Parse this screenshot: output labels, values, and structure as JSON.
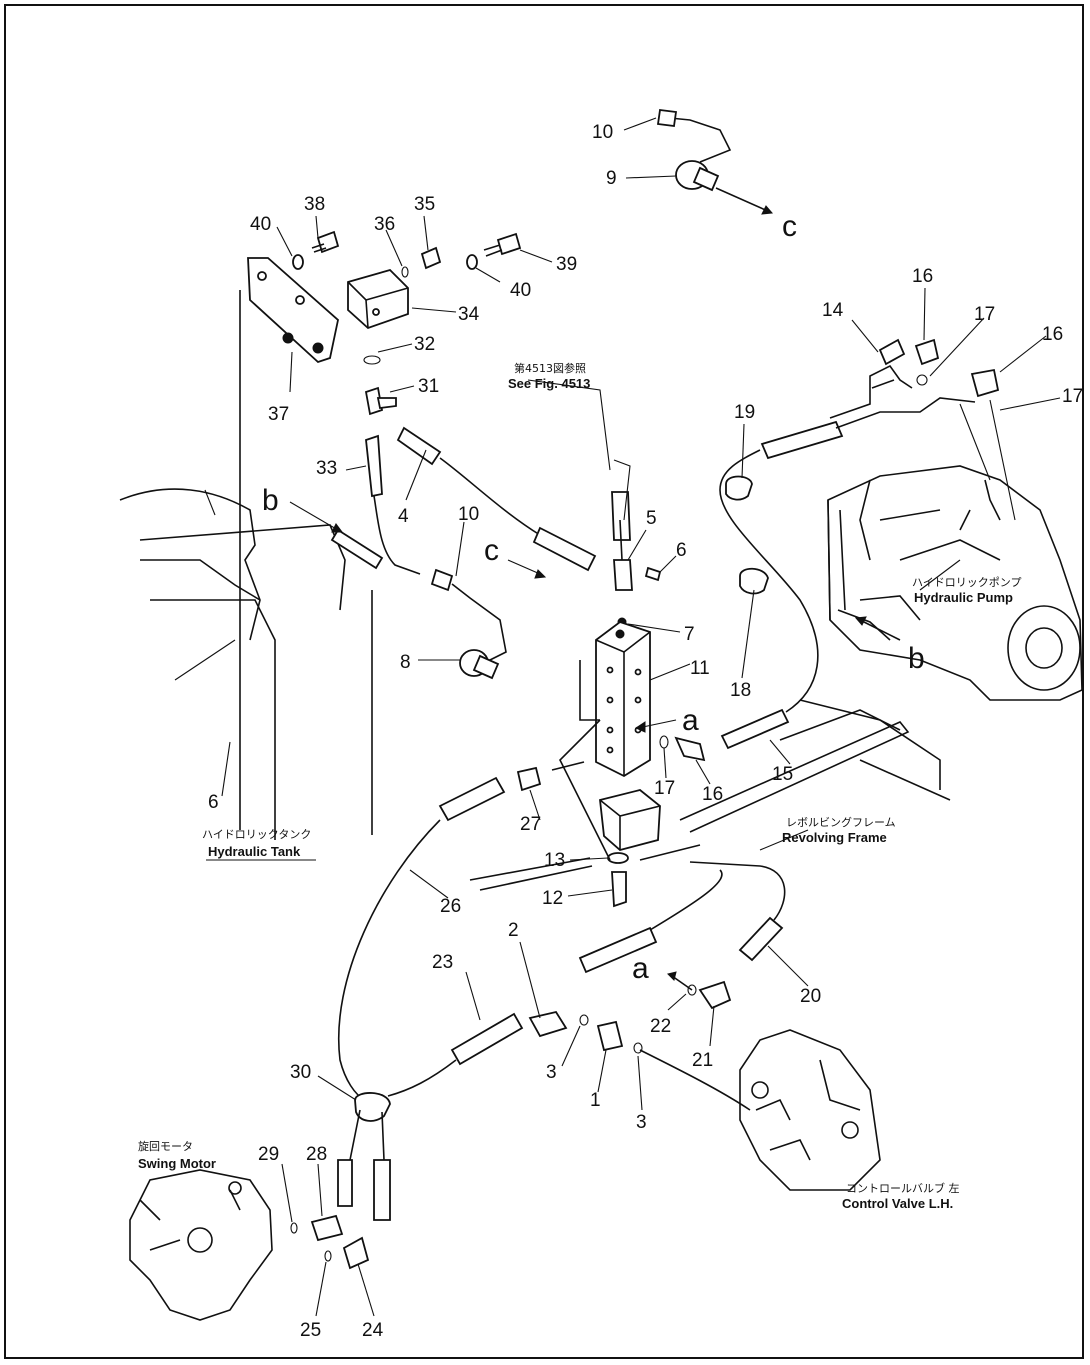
{
  "callouts": [
    {
      "id": "10a",
      "text": "10"
    },
    {
      "id": "9",
      "text": "9"
    },
    {
      "id": "ca",
      "text": "c"
    },
    {
      "id": "40a",
      "text": "40"
    },
    {
      "id": "38",
      "text": "38"
    },
    {
      "id": "36",
      "text": "36"
    },
    {
      "id": "35",
      "text": "35"
    },
    {
      "id": "39",
      "text": "39"
    },
    {
      "id": "40b",
      "text": "40"
    },
    {
      "id": "34",
      "text": "34"
    },
    {
      "id": "32",
      "text": "32"
    },
    {
      "id": "37",
      "text": "37"
    },
    {
      "id": "31",
      "text": "31"
    },
    {
      "id": "33",
      "text": "33"
    },
    {
      "id": "4",
      "text": "4"
    },
    {
      "id": "ba",
      "text": "b"
    },
    {
      "id": "10b",
      "text": "10"
    },
    {
      "id": "cb",
      "text": "c"
    },
    {
      "id": "5",
      "text": "5"
    },
    {
      "id": "6a",
      "text": "6"
    },
    {
      "id": "7",
      "text": "7"
    },
    {
      "id": "8",
      "text": "8"
    },
    {
      "id": "11",
      "text": "11"
    },
    {
      "id": "aa",
      "text": "a"
    },
    {
      "id": "6b",
      "text": "6"
    },
    {
      "id": "17a",
      "text": "17"
    },
    {
      "id": "16a",
      "text": "16"
    },
    {
      "id": "27",
      "text": "27"
    },
    {
      "id": "13",
      "text": "13"
    },
    {
      "id": "12",
      "text": "12"
    },
    {
      "id": "26",
      "text": "26"
    },
    {
      "id": "14",
      "text": "14"
    },
    {
      "id": "16b",
      "text": "16"
    },
    {
      "id": "17b",
      "text": "17"
    },
    {
      "id": "16c",
      "text": "16"
    },
    {
      "id": "17c",
      "text": "17"
    },
    {
      "id": "19",
      "text": "19"
    },
    {
      "id": "18",
      "text": "18"
    },
    {
      "id": "15",
      "text": "15"
    },
    {
      "id": "bb",
      "text": "b"
    },
    {
      "id": "2",
      "text": "2"
    },
    {
      "id": "23",
      "text": "23"
    },
    {
      "id": "ab",
      "text": "a"
    },
    {
      "id": "20",
      "text": "20"
    },
    {
      "id": "22",
      "text": "22"
    },
    {
      "id": "21",
      "text": "21"
    },
    {
      "id": "3a",
      "text": "3"
    },
    {
      "id": "1",
      "text": "1"
    },
    {
      "id": "3b",
      "text": "3"
    },
    {
      "id": "30",
      "text": "30"
    },
    {
      "id": "29",
      "text": "29"
    },
    {
      "id": "28",
      "text": "28"
    },
    {
      "id": "25",
      "text": "25"
    },
    {
      "id": "24",
      "text": "24"
    }
  ],
  "captions": {
    "see_fig_jp": "第4513図参照",
    "see_fig": "See Fig. 4513",
    "pump_jp": "ハイドロリックポンプ",
    "pump": "Hydraulic Pump",
    "tank_jp": "ハイドロリックタンク",
    "tank": "Hydraulic Tank",
    "frame_jp": "レボルビングフレーム",
    "frame": "Revolving Frame",
    "swing_jp": "旋回モータ",
    "swing": "Swing Motor",
    "valve_jp": "コントロールバルブ 左",
    "valve": "Control Valve L.H."
  }
}
